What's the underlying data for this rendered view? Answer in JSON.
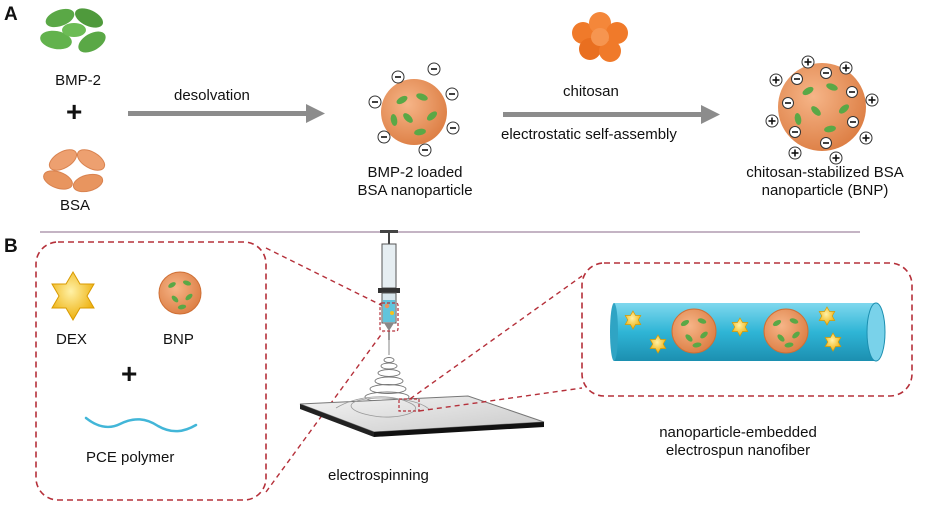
{
  "panel_a": {
    "letter": "A",
    "bmp2": "BMP-2",
    "plus": "+",
    "bsa": "BSA",
    "desolvation": "desolvation",
    "loaded_np": [
      "BMP-2 loaded",
      "BSA nanoparticle"
    ],
    "chitosan": "chitosan",
    "self_assembly": "electrostatic self-assembly",
    "bnp": [
      "chitosan-stabilized BSA",
      "nanoparticle (BNP)"
    ]
  },
  "panel_b": {
    "letter": "B",
    "dex": "DEX",
    "bnp": "BNP",
    "plus": "+",
    "pce": "PCE polymer",
    "electrospinning": "electrospinning",
    "nanofiber": [
      "nanoparticle-embedded",
      "electrospun nanofiber"
    ]
  },
  "colors": {
    "bmp2_green": "#5aa846",
    "bsa_orange": "#e8955f",
    "chitosan_orange": "#f07a2a",
    "arrow_gray": "#8c8c8c",
    "dashed_red": "#b5303a",
    "fiber_blue": "#2fb5d6",
    "dex_yellow": "#f6c21c",
    "pce_blue": "#42b6d8",
    "divider": "#8a6a8a"
  }
}
